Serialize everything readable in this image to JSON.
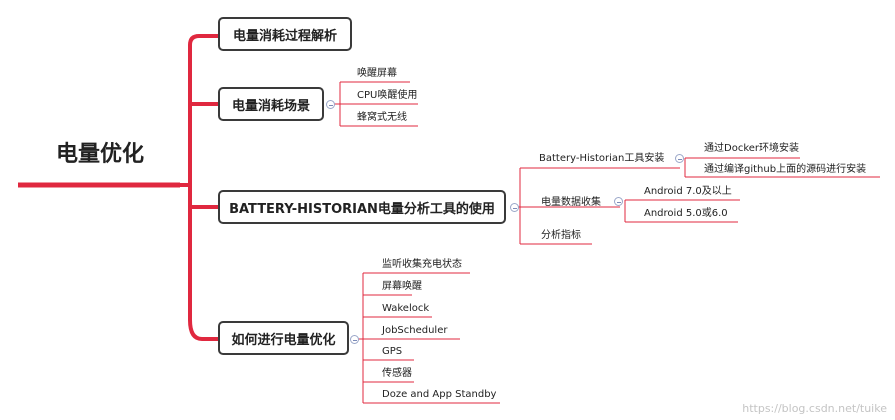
{
  "root": {
    "label": "电量优化"
  },
  "branches": [
    {
      "label": "电量消耗过程解析",
      "children": []
    },
    {
      "label": "电量消耗场景",
      "children": [
        "唤醒屏幕",
        "CPU唤醒使用",
        "蜂窝式无线"
      ]
    },
    {
      "label": "BATTERY-HISTORIAN电量分析工具的使用",
      "children": [
        {
          "label": "Battery-Historian工具安装",
          "children": [
            "通过Docker环境安装",
            "通过编译github上面的源码进行安装"
          ]
        },
        {
          "label": "电量数据收集",
          "children": [
            "Android 7.0及以上",
            "Android 5.0或6.0"
          ]
        },
        {
          "label": "分析指标",
          "children": []
        }
      ]
    },
    {
      "label": "如何进行电量优化",
      "children": [
        "监听收集充电状态",
        "屏幕唤醒",
        "Wakelock",
        "JobScheduler",
        "GPS",
        "传感器",
        "Doze and App Standby"
      ]
    }
  ],
  "watermark": "https://blog.csdn.net/tuike",
  "colors": {
    "accent": "#e0283f",
    "topic_border": "#3a3a3a",
    "toggle": "#9aa7c9"
  }
}
